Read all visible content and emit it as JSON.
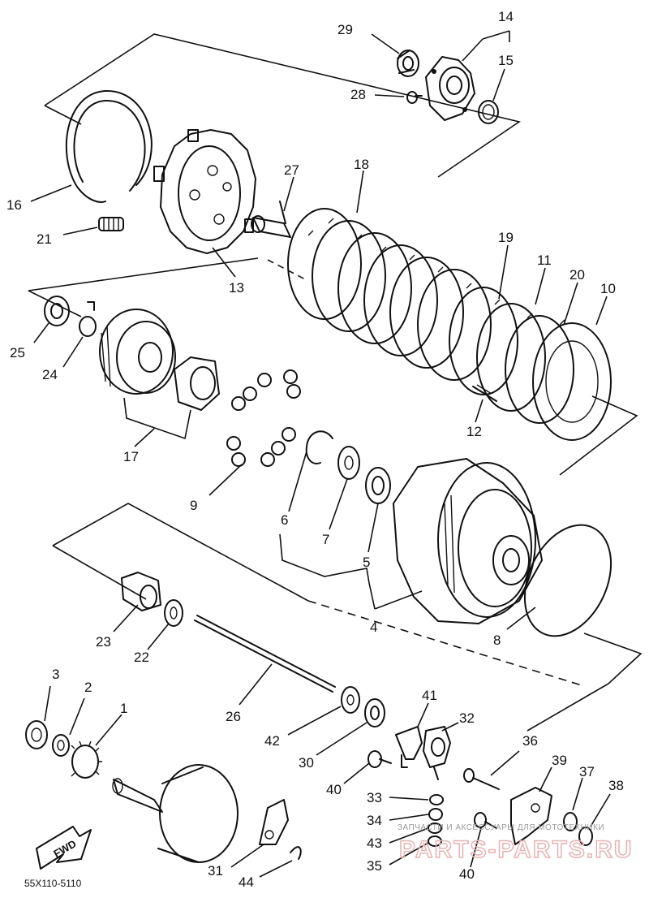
{
  "diagram_code": "55X110-5110",
  "fwd_label": "FWD",
  "watermark": {
    "small": "ЗАПЧАСТИ И АКСЕССУАРЫ ДЛЯ МОТОТЕХНИКИ",
    "big": "PARTS-PARTS.RU"
  },
  "callouts": [
    "1",
    "2",
    "3",
    "4",
    "5",
    "6",
    "7",
    "8",
    "9",
    "10",
    "11",
    "12",
    "13",
    "14",
    "15",
    "16",
    "17",
    "18",
    "19",
    "20",
    "21",
    "22",
    "23",
    "24",
    "25",
    "26",
    "27",
    "28",
    "29",
    "30",
    "31",
    "32",
    "33",
    "34",
    "35",
    "36",
    "37",
    "38",
    "39",
    "40",
    "40",
    "41",
    "42",
    "43",
    "44"
  ]
}
